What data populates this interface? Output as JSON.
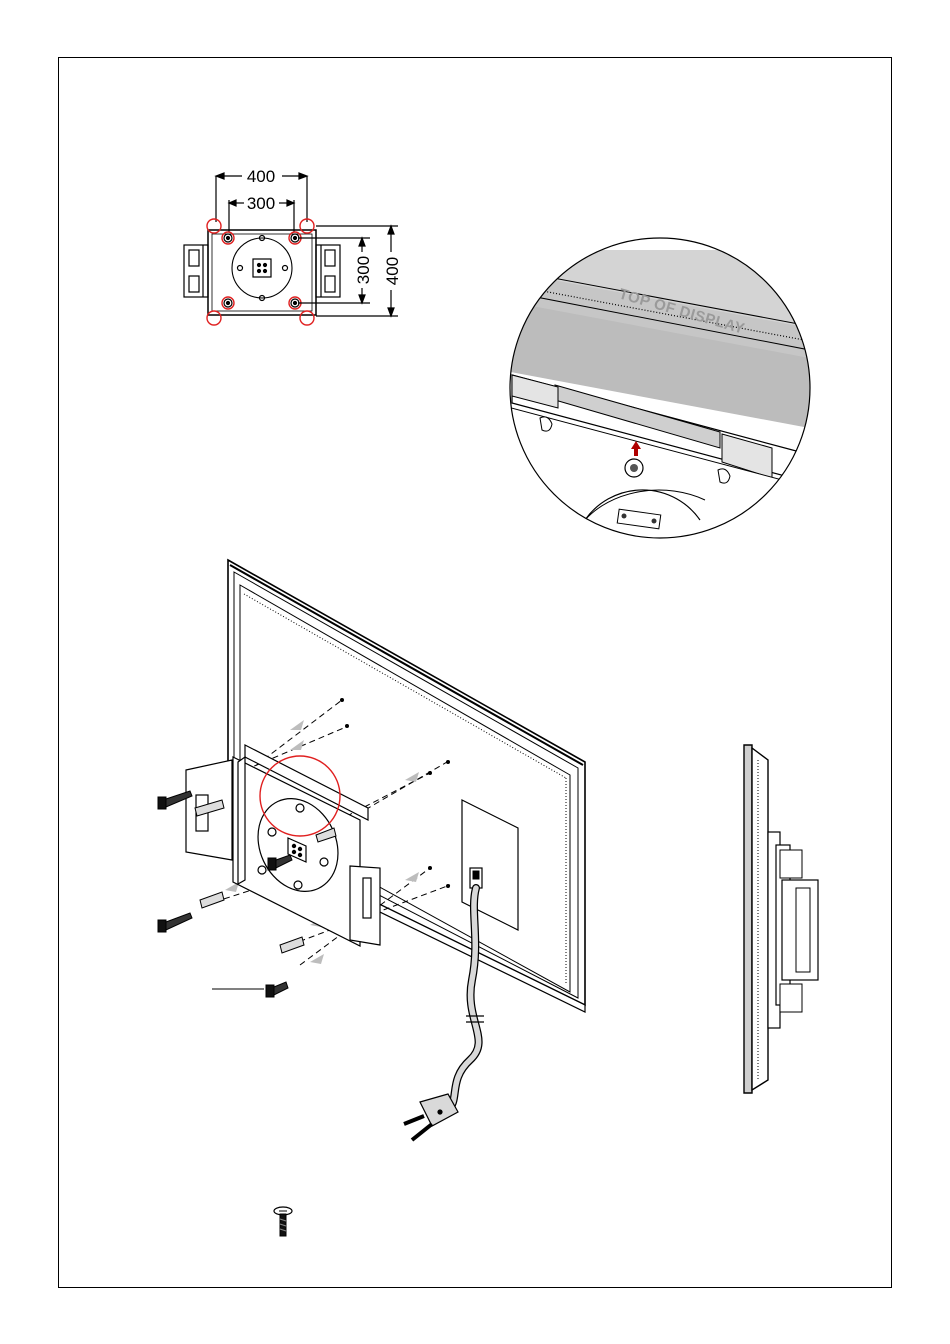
{
  "dimensions": {
    "outer_width": "400",
    "inner_width": "300",
    "inner_height": "300",
    "outer_height": "400"
  },
  "detail": {
    "label": "TOP OF DISPLAY"
  },
  "colors": {
    "line": "#000000",
    "highlight": "#e02020",
    "detail_fill": "#cfcfcf",
    "arrow_gray": "#bdbdbd",
    "arrow_red": "#b00000"
  }
}
